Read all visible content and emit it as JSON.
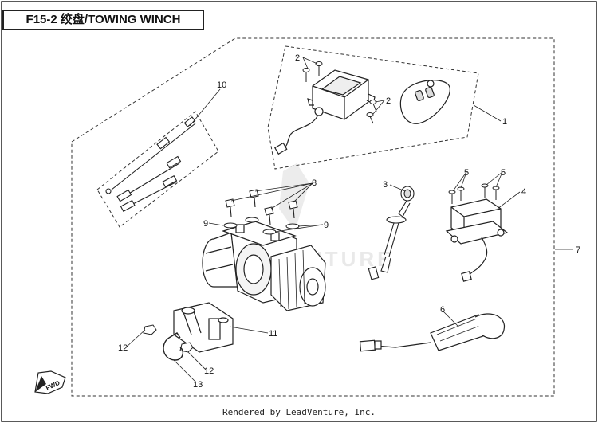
{
  "title": "F15-2 绞盘/TOWING WINCH",
  "footer": "Rendered by LeadVenture, Inc.",
  "watermark": "LEADVENTURE",
  "fwd_label": "FWD",
  "callouts": [
    "1",
    "2",
    "2",
    "3",
    "4",
    "5",
    "5",
    "6",
    "7",
    "8",
    "9",
    "9",
    "10",
    "11",
    "12",
    "12",
    "13"
  ]
}
